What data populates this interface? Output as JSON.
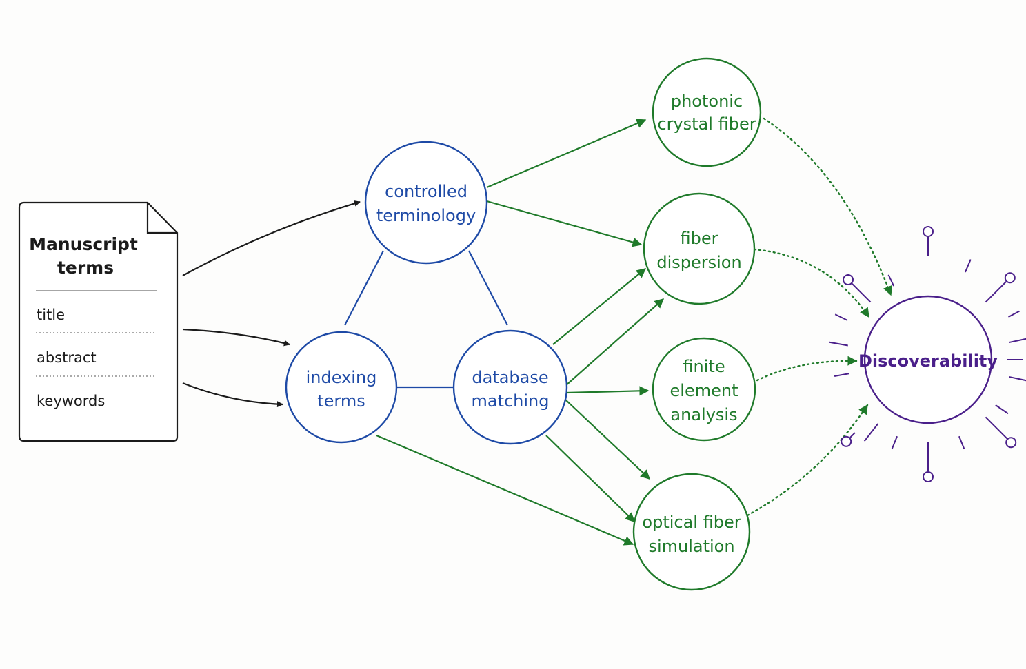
{
  "colors": {
    "black": "#1b1b1b",
    "blue": "#1e4aa6",
    "green": "#1f7a2a",
    "purple": "#4a1f8a"
  },
  "document": {
    "title_line1": "Manuscript",
    "title_line2": "terms",
    "rows": [
      "title",
      "abstract",
      "keywords"
    ]
  },
  "nodes": {
    "controlled_terminology": [
      "controlled",
      "terminology"
    ],
    "indexing_terms": [
      "indexing",
      "terms"
    ],
    "database_matching": [
      "database",
      "matching"
    ],
    "photonic_crystal_fiber": [
      "photonic",
      "crystal fiber"
    ],
    "fiber_dispersion": [
      "fiber",
      "dispersion"
    ],
    "finite_element_analysis": [
      "finite",
      "element",
      "analysis"
    ],
    "optical_fiber_simulation": [
      "optical fiber",
      "simulation"
    ],
    "discoverability": "Discoverability"
  },
  "edges": [
    {
      "from": "document",
      "to": "controlled_terminology",
      "style": "solid",
      "color": "black"
    },
    {
      "from": "document",
      "to": "indexing_terms",
      "style": "solid",
      "color": "black"
    },
    {
      "from": "document",
      "to": "indexing_terms",
      "style": "solid",
      "color": "black"
    },
    {
      "from": "controlled_terminology",
      "to": "indexing_terms",
      "style": "line",
      "color": "blue"
    },
    {
      "from": "controlled_terminology",
      "to": "database_matching",
      "style": "line",
      "color": "blue"
    },
    {
      "from": "indexing_terms",
      "to": "database_matching",
      "style": "line",
      "color": "blue"
    },
    {
      "from": "controlled_terminology",
      "to": "photonic_crystal_fiber",
      "style": "solid",
      "color": "green"
    },
    {
      "from": "controlled_terminology",
      "to": "fiber_dispersion",
      "style": "solid",
      "color": "green"
    },
    {
      "from": "database_matching",
      "to": "fiber_dispersion",
      "style": "solid",
      "color": "green"
    },
    {
      "from": "database_matching",
      "to": "finite_element_analysis",
      "style": "solid",
      "color": "green"
    },
    {
      "from": "database_matching",
      "to": "optical_fiber_simulation",
      "style": "solid",
      "color": "green"
    },
    {
      "from": "indexing_terms",
      "to": "optical_fiber_simulation",
      "style": "solid",
      "color": "green"
    },
    {
      "from": "photonic_crystal_fiber",
      "to": "discoverability",
      "style": "dotted",
      "color": "green"
    },
    {
      "from": "fiber_dispersion",
      "to": "discoverability",
      "style": "dotted",
      "color": "green"
    },
    {
      "from": "finite_element_analysis",
      "to": "discoverability",
      "style": "dotted",
      "color": "green"
    },
    {
      "from": "optical_fiber_simulation",
      "to": "discoverability",
      "style": "dotted",
      "color": "green"
    }
  ]
}
